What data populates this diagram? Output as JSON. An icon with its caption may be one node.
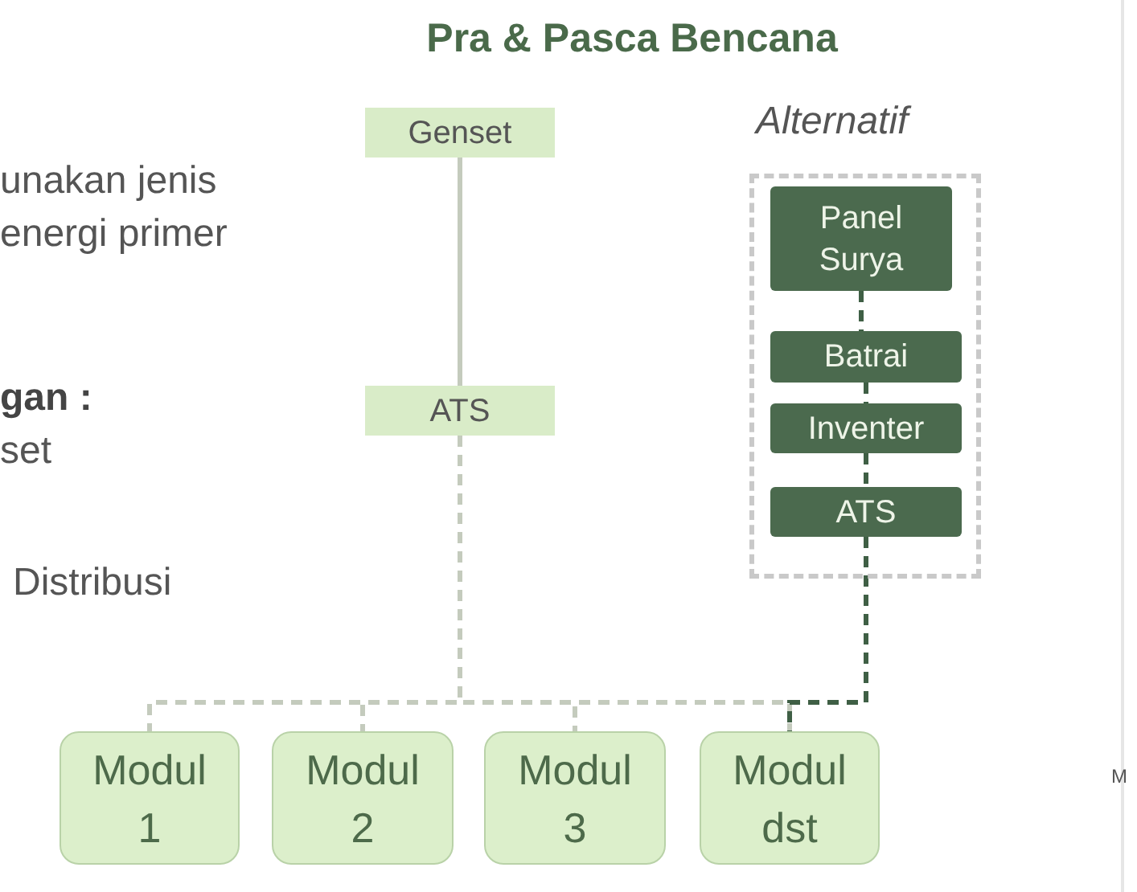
{
  "diagram": {
    "title": "Pra & Pasca Bencana",
    "nodes": [
      {
        "text": [
          "Genset"
        ]
      },
      {
        "text": [
          "ATS"
        ]
      },
      {
        "text": [
          "Alternatif"
        ]
      },
      {
        "text": [
          "Panel Surya"
        ],
        "in": 2
      },
      {
        "text": [
          "Batrai"
        ],
        "in": 2
      },
      {
        "text": [
          "Inventer"
        ],
        "in": 2
      },
      {
        "text": [
          "ATS"
        ],
        "in": 2
      },
      {
        "text": [
          "Modul 1"
        ]
      },
      {
        "text": [
          "Modul 2"
        ]
      },
      {
        "text": [
          "Modul 3"
        ]
      },
      {
        "text": [
          "Modul dst"
        ]
      }
    ],
    "edges": [
      {
        "from": 0,
        "to": 1,
        "arrow": "none"
      },
      {
        "from": 3,
        "to": 4,
        "arrow": "none",
        "style": "dashed",
        "color": "#3f5f45"
      },
      {
        "from": 4,
        "to": 5,
        "arrow": "none",
        "style": "dashed",
        "color": "#3f5f45"
      },
      {
        "from": 5,
        "to": 6,
        "arrow": "none",
        "style": "dashed",
        "color": "#3f5f45"
      },
      {
        "from": 1,
        "to": 7,
        "arrow": "none",
        "style": "dashed"
      },
      {
        "from": 1,
        "to": 8,
        "arrow": "none",
        "style": "dashed"
      },
      {
        "from": 1,
        "to": 9,
        "arrow": "none",
        "style": "dashed"
      },
      {
        "from": 1,
        "to": 10,
        "arrow": "none",
        "style": "dashed"
      },
      {
        "from": 6,
        "to": 10,
        "arrow": "none",
        "style": "dashed",
        "color": "#3f5f45"
      }
    ],
    "labels": [
      "unakan jenis",
      "energi primer",
      "gan :",
      "set",
      "Distribusi",
      "M"
    ]
  }
}
